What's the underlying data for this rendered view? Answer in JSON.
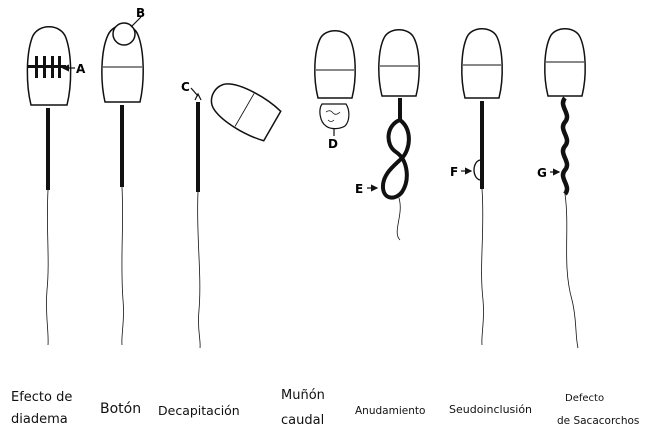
{
  "defects": [
    {
      "id": "diadema",
      "caption_lines": [
        "Efecto de",
        "diadema"
      ],
      "marker": "A"
    },
    {
      "id": "boton",
      "caption_lines": [
        "Botón"
      ],
      "marker": "B"
    },
    {
      "id": "decapitacion",
      "caption_lines": [
        "Decapitación"
      ],
      "marker": "C"
    },
    {
      "id": "munon",
      "caption_lines": [
        "Muñón",
        "caudal"
      ],
      "marker": "D"
    },
    {
      "id": "anudamiento",
      "caption_lines": [
        "Anudamiento"
      ],
      "marker": "E"
    },
    {
      "id": "seudoinclusion",
      "caption_lines": [
        "Seudoinclusión"
      ],
      "marker": "F"
    },
    {
      "id": "sacacorchos",
      "caption_lines": [
        "Defecto",
        "de Sacacorchos"
      ],
      "marker": "G"
    }
  ],
  "colors": {
    "ink": "#111111",
    "background": "#ffffff"
  }
}
